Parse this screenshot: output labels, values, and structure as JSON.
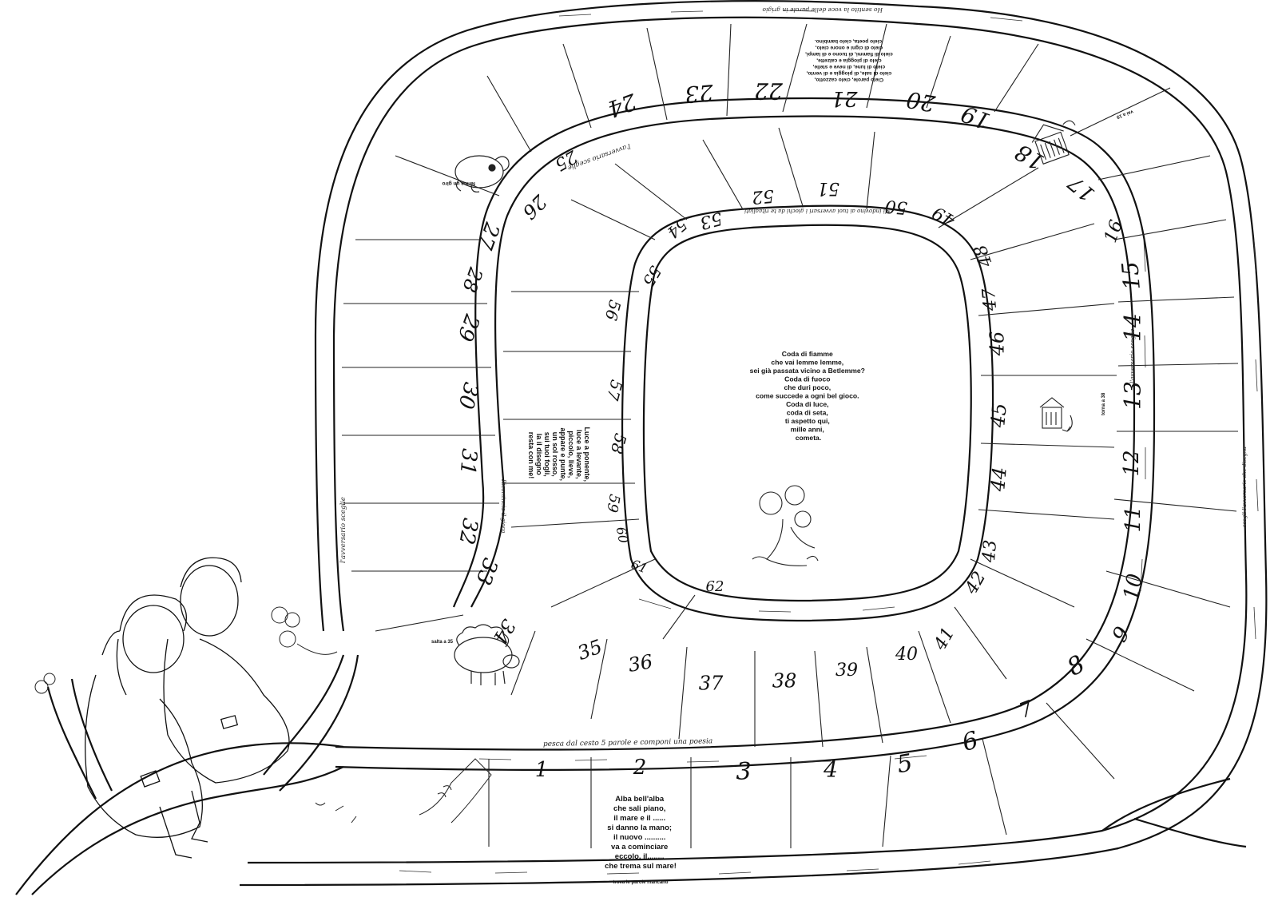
{
  "squares": [
    {
      "n": "1"
    },
    {
      "n": "2"
    },
    {
      "n": "3"
    },
    {
      "n": "4"
    },
    {
      "n": "5"
    },
    {
      "n": "6"
    },
    {
      "n": "7"
    },
    {
      "n": "8"
    },
    {
      "n": "9"
    },
    {
      "n": "10"
    },
    {
      "n": "11"
    },
    {
      "n": "12"
    },
    {
      "n": "13"
    },
    {
      "n": "14"
    },
    {
      "n": "15"
    },
    {
      "n": "16"
    },
    {
      "n": "17"
    },
    {
      "n": "18"
    },
    {
      "n": "19"
    },
    {
      "n": "20"
    },
    {
      "n": "21"
    },
    {
      "n": "22"
    },
    {
      "n": "23"
    },
    {
      "n": "24"
    },
    {
      "n": "25"
    },
    {
      "n": "26"
    },
    {
      "n": "27"
    },
    {
      "n": "28"
    },
    {
      "n": "29"
    },
    {
      "n": "30"
    },
    {
      "n": "31"
    },
    {
      "n": "32"
    },
    {
      "n": "33"
    },
    {
      "n": "34"
    },
    {
      "n": "35"
    },
    {
      "n": "36"
    },
    {
      "n": "37"
    },
    {
      "n": "38"
    },
    {
      "n": "39"
    },
    {
      "n": "40"
    },
    {
      "n": "41"
    },
    {
      "n": "42"
    },
    {
      "n": "43"
    },
    {
      "n": "44"
    },
    {
      "n": "45"
    },
    {
      "n": "46"
    },
    {
      "n": "47"
    },
    {
      "n": "48"
    },
    {
      "n": "49"
    },
    {
      "n": "50"
    },
    {
      "n": "51"
    },
    {
      "n": "52"
    },
    {
      "n": "53"
    },
    {
      "n": "54"
    },
    {
      "n": "55"
    },
    {
      "n": "56"
    },
    {
      "n": "57"
    },
    {
      "n": "58"
    },
    {
      "n": "59"
    },
    {
      "n": "60"
    },
    {
      "n": "61"
    },
    {
      "n": "62"
    }
  ],
  "poems": {
    "square_2": [
      "Alba bell'alba",
      "che sali piano,",
      "il mare e il ......",
      "si danno la mano;",
      "il nuovo ..........",
      "va a cominciare",
      "eccolo, il........",
      "che trema sul mare!"
    ],
    "center": [
      "Coda di fiamme",
      "che vai lemme lemme,",
      "sei già passata vicino a Betlemme?",
      "Coda di fuoco",
      "che duri poco,",
      "come succede a ogni bel gioco.",
      "Coda di luce,",
      "coda di seta,",
      "ti aspetto qui,",
      "mille anni,",
      "cometa."
    ],
    "square_58": [
      "Luce a ponente,",
      "luce a levante,",
      "piccolo, lieve,",
      "appare e punte,",
      "un sol rosso,",
      "sui tuoi fogli,",
      "la il disegno",
      "resta con me!"
    ],
    "square_21": [
      "Cielo parole, cielo cazzotto,",
      "cielo di sale, di pioggia e di vento,",
      "cielo di lune, di neve e stelle,",
      "cielo di pioggia e calzette,",
      "cielo di fiammi, di tuono e di lampi,",
      "cielo di cigni e onore cielo,",
      "cielo poeta, cielo bambino."
    ]
  },
  "notes": {
    "square_2_footer": "trova le parole mancanti",
    "start_band": "pesca dal cesto 5 parole e componi una poesia",
    "square_34": "salta a 35",
    "square_25": "ferma un giro",
    "square_18": "vai a 19",
    "square_45": "torna a 38",
    "outer_left_band": "l'avversario sceglie",
    "inner_left_band": "l'avversario sceglie",
    "top_band": "Ho sentito la voce delle parole in grigio",
    "square_58_band": "Ricomincia il gioco",
    "right_band_upper": "l'avversario sceglie",
    "right_band_lower": "scegli l'avversario che disegna",
    "square_50": "Mi indovino ai tuoi avversari i giochi da te ritagliati"
  }
}
